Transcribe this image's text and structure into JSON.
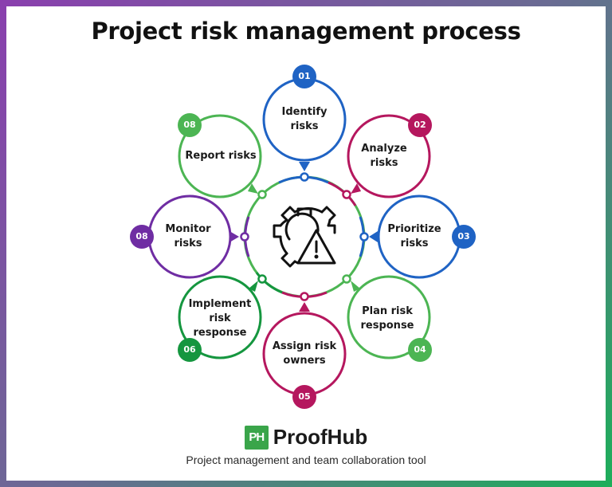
{
  "title": "Project risk management process",
  "colors": {
    "blue": "#1f63c4",
    "crimson": "#b5175e",
    "green": "#4cb553",
    "dark_green": "#15963f",
    "purple": "#6f2da3",
    "border_start": "#8a3fae",
    "border_end": "#1dae5a"
  },
  "center": {
    "icon": "gear-warning-icon"
  },
  "steps": [
    {
      "number": "01",
      "label": "Identify risks",
      "color": "#1f63c4"
    },
    {
      "number": "02",
      "label": "Analyze risks",
      "color": "#b5175e"
    },
    {
      "number": "03",
      "label": "Prioritize risks",
      "color": "#1f63c4"
    },
    {
      "number": "04",
      "label": "Plan risk response",
      "color": "#4cb553"
    },
    {
      "number": "05",
      "label": "Assign risk owners",
      "color": "#b5175e"
    },
    {
      "number": "06",
      "label": "Implement risk response",
      "color": "#15963f"
    },
    {
      "number": "08",
      "label": "Monitor risks",
      "color": "#6f2da3"
    },
    {
      "number": "08",
      "label": "Report risks",
      "color": "#4cb553"
    }
  ],
  "brand": {
    "logo_text": "PH",
    "name": "ProofHub",
    "tagline": "Project management and team collaboration tool"
  }
}
